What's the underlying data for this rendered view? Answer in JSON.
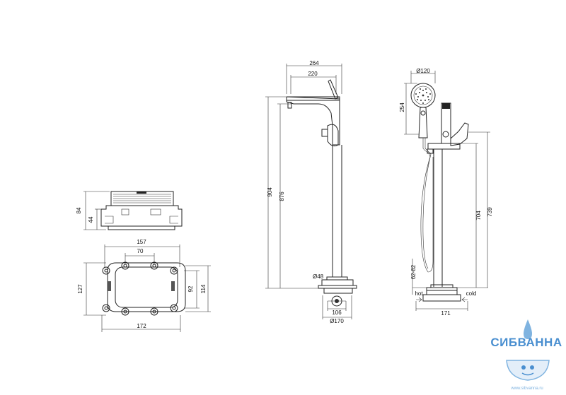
{
  "dimensions": {
    "base_height": "84",
    "base_inner_height": "44",
    "plate_width_outer": "157",
    "plate_width_inner": "70",
    "plate_total_width": "172",
    "plate_height_left": "127",
    "plate_height_inner": "92",
    "plate_height_right": "114",
    "spout_reach_outer": "264",
    "spout_reach_inner": "220",
    "total_height": "904",
    "spout_height": "876",
    "column_diameter": "Ø48",
    "base_diameter_inner": "106",
    "base_diameter_outer": "Ø170",
    "handshower_diameter": "Ø120",
    "handshower_length": "254",
    "side_height_inner": "704",
    "side_height_outer": "739",
    "inlet_range": "62-82",
    "inlet_spacing": "171"
  },
  "labels": {
    "hot": "hot",
    "cold": "cold"
  },
  "watermark": {
    "brand": "СИБВАННА",
    "site": "www.sibvanna.ru",
    "color": "#4a8fd0"
  }
}
